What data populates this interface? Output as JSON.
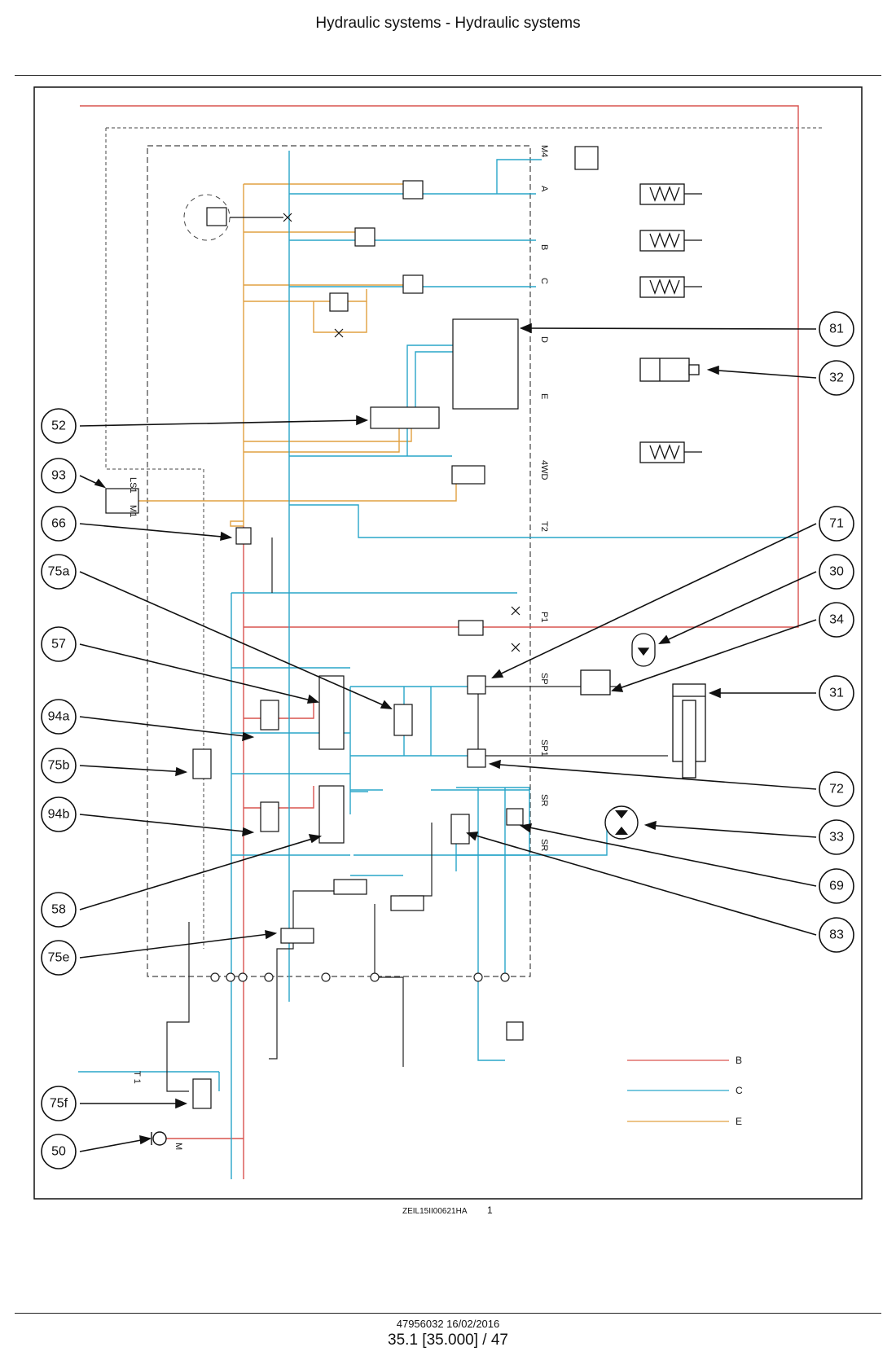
{
  "header": {
    "title": "Hydraulic systems - Hydraulic systems"
  },
  "diagram": {
    "callouts": {
      "c81": "81",
      "c32": "32",
      "c52": "52",
      "c93": "93",
      "c66": "66",
      "c71": "71",
      "c30": "30",
      "c75a": "75a",
      "c34": "34",
      "c57": "57",
      "c31": "31",
      "c94a": "94a",
      "c75b": "75b",
      "c72": "72",
      "c94b": "94b",
      "c33": "33",
      "c69": "69",
      "c58": "58",
      "c83": "83",
      "c75e": "75e",
      "c75f": "75f",
      "c50": "50"
    },
    "ports": {
      "M4": "M4",
      "A": "A",
      "B": "B",
      "C": "C",
      "D": "D",
      "E": "E",
      "FWD": "4WD",
      "T2": "T2",
      "P1": "P1",
      "SP": "SP",
      "SP1": "SP1",
      "SR": "SR",
      "SR2": "SR",
      "LS1": "LS1",
      "M1": "M1",
      "T1": "T 1",
      "M": "M"
    },
    "legend": [
      {
        "label": "B",
        "color": "#d9534f"
      },
      {
        "label": "C",
        "color": "#29a6c9"
      },
      {
        "label": "E",
        "color": "#e0a040"
      }
    ],
    "image_ref": "ZEIL15II00621HA",
    "figure_number": "1"
  },
  "footer": {
    "doc_date": "47956032 16/02/2016",
    "page": "35.1 [35.000] / 47"
  }
}
